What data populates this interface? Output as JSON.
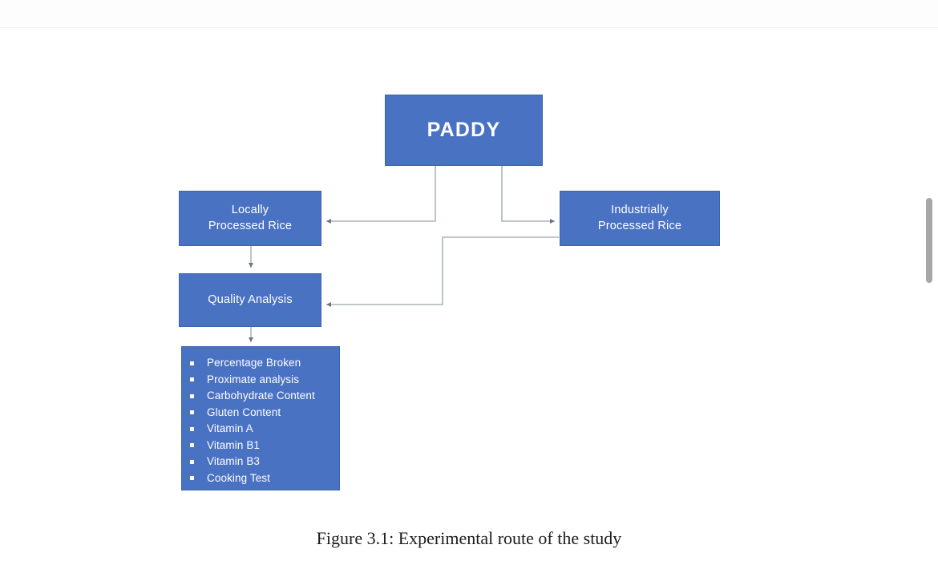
{
  "document": {
    "caption": "Figure 3.1: Experimental route of the study",
    "accent_color": "#4a72c3",
    "border_color": "#3c63ad",
    "connector_color": "#9aa3ad",
    "text_color": "#ffffff",
    "page_background": "#ffffff"
  },
  "diagram": {
    "type": "flowchart",
    "nodes": [
      {
        "id": "paddy",
        "label": "PADDY"
      },
      {
        "id": "local",
        "label_line1": "Locally",
        "label_line2": "Processed Rice"
      },
      {
        "id": "industrial",
        "label_line1": "Industrially",
        "label_line2": "Processed Rice"
      },
      {
        "id": "quality",
        "label": "Quality Analysis"
      }
    ],
    "tests": [
      {
        "label": "Percentage Broken"
      },
      {
        "label": "Proximate analysis"
      },
      {
        "label": "Carbohydrate Content"
      },
      {
        "label": "Gluten Content"
      },
      {
        "label": "Vitamin A"
      },
      {
        "label": "Vitamin B1"
      },
      {
        "label": "Vitamin B3"
      },
      {
        "label": "Cooking Test"
      }
    ],
    "edges": [
      {
        "from": "paddy",
        "to": "local",
        "arrow": "end"
      },
      {
        "from": "paddy",
        "to": "industrial",
        "arrow": "end"
      },
      {
        "from": "local",
        "to": "quality",
        "arrow": "end"
      },
      {
        "from": "industrial",
        "to": "quality",
        "arrow": "end"
      },
      {
        "from": "quality",
        "to": "tests",
        "arrow": "end"
      }
    ]
  },
  "scrollbar": {
    "thumb_color": "#a8a8a8"
  }
}
